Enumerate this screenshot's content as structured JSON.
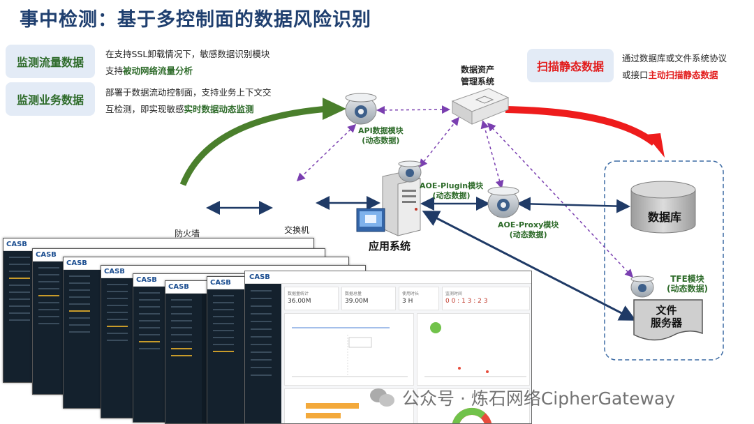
{
  "title": "事中检测：基于多控制面的数据风险识别",
  "left_panels": [
    {
      "tag": "监测流量数据",
      "line1": "在支持SSL卸载情况下，敏感数据识别模块",
      "line2_prefix": "支持",
      "line2_highlight": "被动网络流量分析"
    },
    {
      "tag": "监测业务数据",
      "line1": "部署于数据流动控制面，支持业务上下文交",
      "line2_prefix": "互检测，即实现敏感",
      "line2_highlight": "实时数据动态监测"
    }
  ],
  "right_panel": {
    "tag": "扫描静态数据",
    "line1": "通过数据库或文件系统协议",
    "line2_prefix": "或接口",
    "line2_highlight": "主动扫描静态数据"
  },
  "nodes": {
    "asset_mgmt": {
      "line1": "数据资产",
      "line2": "管理系统"
    },
    "api_module": {
      "line1": "API数据模块",
      "line2": "(动态数据)"
    },
    "aoe_plugin": {
      "line1": "AOE-Plugin模块",
      "line2": "(动态数据)"
    },
    "aoe_proxy": {
      "line1": "AOE-Proxy模块",
      "line2": "(动态数据)"
    },
    "app_system": "应用系统",
    "firewall": "防火墙",
    "switch": "交换机",
    "database": "数据库",
    "tfe": {
      "line1": "TFE模块",
      "line2": "(动态数据)"
    },
    "file_server": {
      "line1": "文件",
      "line2": "服务器"
    }
  },
  "screenshot": {
    "logo": "CASB",
    "stats": [
      {
        "label": "数据量统计",
        "value": "36.00M"
      },
      {
        "label": "数据总量",
        "value": "39.00M"
      },
      {
        "label": "使用时长",
        "value": "3 H"
      },
      {
        "label": "监测时间",
        "value": "0 0 : 1 3 : 2 3"
      }
    ]
  },
  "watermark": "公众号 · 炼石网络CipherGateway",
  "colors": {
    "title": "#1f3f6f",
    "green": "#2e6b2a",
    "red": "#e21a1a",
    "tag_bg": "#e3ebf6",
    "navy": "#1f3a66",
    "purple": "#7a3fb0"
  }
}
